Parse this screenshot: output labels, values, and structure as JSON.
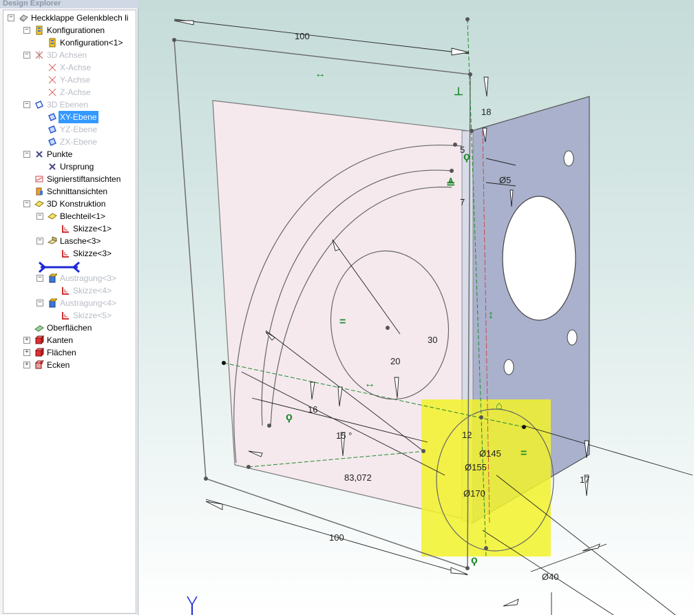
{
  "explorer": {
    "title": "Design Explorer",
    "items": [
      {
        "label": "Heckklappe Gelenkblech li"
      },
      {
        "label": "Konfigurationen"
      },
      {
        "label": "Konfiguration<1>"
      },
      {
        "label": "3D Achsen"
      },
      {
        "label": "X-Achse"
      },
      {
        "label": "Y-Achse"
      },
      {
        "label": "Z-Achse"
      },
      {
        "label": "3D Ebenen"
      },
      {
        "label": "XY-Ebene"
      },
      {
        "label": "YZ-Ebene"
      },
      {
        "label": "ZX-Ebene"
      },
      {
        "label": "Punkte"
      },
      {
        "label": "Ursprung"
      },
      {
        "label": "Signierstiftansichten"
      },
      {
        "label": "Schnittansichten"
      },
      {
        "label": "3D Konstruktion"
      },
      {
        "label": "Blechteil<1>"
      },
      {
        "label": "Skizze<1>"
      },
      {
        "label": "Lasche<3>"
      },
      {
        "label": "Skizze<3>"
      },
      {
        "label": "Austragung<3>"
      },
      {
        "label": "Skizze<4>"
      },
      {
        "label": "Austragung<4>"
      },
      {
        "label": "Skizze<5>"
      },
      {
        "label": "Oberflächen"
      },
      {
        "label": "Kanten"
      },
      {
        "label": "Flächen"
      },
      {
        "label": "Ecken"
      }
    ]
  },
  "viewport": {
    "dimensions": {
      "d_top_100": "100",
      "d_18": "18",
      "d_5": "5",
      "d_dia5": "Ø5",
      "d_7": "7",
      "d_30": "30",
      "d_20": "20",
      "d_16": "16",
      "d_15deg": "15 °",
      "d_12": "12",
      "d_dia145": "Ø145",
      "d_dia155": "Ø155",
      "d_83": "83,072",
      "d_dia170": "Ø170",
      "d_17": "17",
      "d_bottom_100": "100",
      "d_dia40": "Ø40"
    },
    "colors": {
      "plate_front": "#f5e9ee",
      "plate_side": "#a9b1cc",
      "highlight": "#f2f22a",
      "constraint": "#1f8a2c"
    }
  }
}
